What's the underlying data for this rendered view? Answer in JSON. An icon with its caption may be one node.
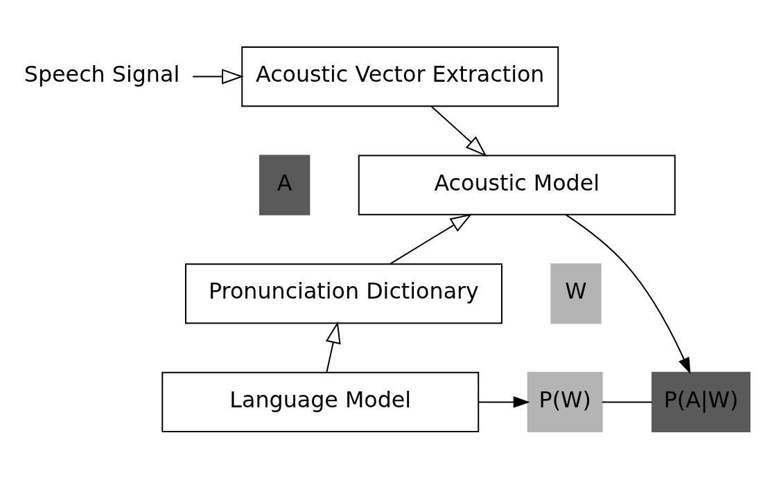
{
  "diagram": {
    "nodes": [
      {
        "text": [
          "Speech Signal"
        ]
      },
      {
        "text": [
          "Acoustic Vector Extraction"
        ]
      },
      {
        "text": [
          "A"
        ]
      },
      {
        "text": [
          "Acoustic Model"
        ]
      },
      {
        "text": [
          "Pronunciation Dictionary"
        ]
      },
      {
        "text": [
          "W"
        ]
      },
      {
        "text": [
          "Language Model"
        ]
      },
      {
        "text": [
          "P(W)"
        ]
      },
      {
        "text": [
          "P(A|W)"
        ]
      }
    ],
    "edges": [
      {
        "from": 0,
        "to": 1,
        "arrow": "to"
      },
      {
        "from": 1,
        "to": 3,
        "arrow": "to"
      },
      {
        "from": 4,
        "to": 3,
        "arrow": "to"
      },
      {
        "from": 6,
        "to": 4,
        "arrow": "to"
      },
      {
        "from": 3,
        "to": 8,
        "arrow": "to"
      },
      {
        "from": 6,
        "to": 7,
        "arrow": "to"
      },
      {
        "from": 7,
        "to": 8,
        "arrow": "none"
      }
    ]
  }
}
